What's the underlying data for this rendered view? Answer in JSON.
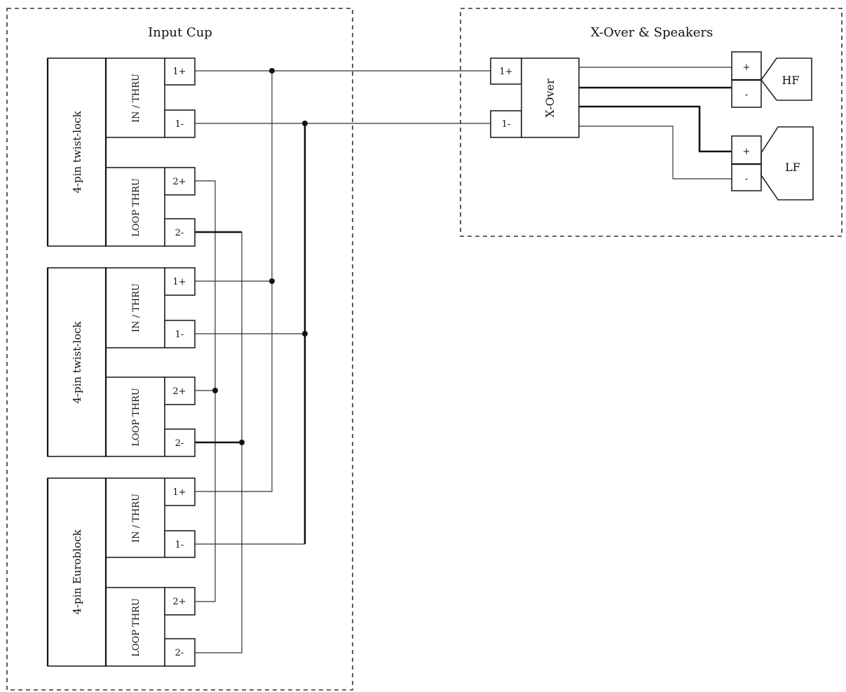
{
  "groups": {
    "input_cup": "Input Cup",
    "xover_speakers": "X-Over & Speakers"
  },
  "connectors": [
    {
      "name": "4-pin twist-lock"
    },
    {
      "name": "4-pin twist-lock"
    },
    {
      "name": "4-pin Euroblock"
    }
  ],
  "sections": {
    "in_thru": "IN / THRU",
    "loop_thru": "LOOP THRU"
  },
  "pins": {
    "p1pos": "1+",
    "p1neg": "1-",
    "p2pos": "2+",
    "p2neg": "2-"
  },
  "xover": {
    "label": "X-Over",
    "in_pos": "1+",
    "in_neg": "1-"
  },
  "speakers": {
    "hf": {
      "label": "HF",
      "pos": "+",
      "neg": "-"
    },
    "lf": {
      "label": "LF",
      "pos": "+",
      "neg": "-"
    }
  }
}
